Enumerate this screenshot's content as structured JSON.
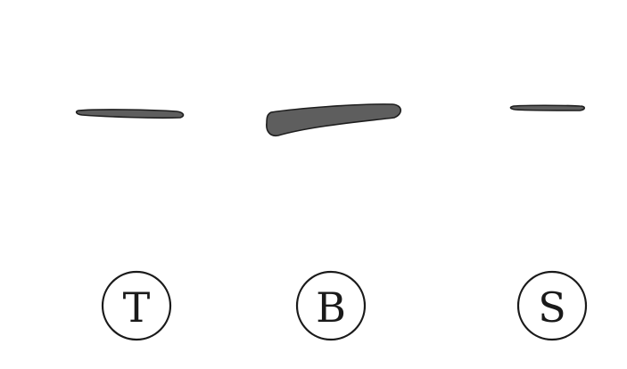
{
  "lanes": [
    {
      "letter": "T",
      "band": "thin"
    },
    {
      "letter": "B",
      "band": "thick"
    },
    {
      "letter": "S",
      "band": "very thin"
    }
  ],
  "colors": {
    "band_fill": "#5e5e5e",
    "band_outline": "#1e1e1e",
    "circle_stroke": "#1a1a1a",
    "background": "#ffffff"
  }
}
